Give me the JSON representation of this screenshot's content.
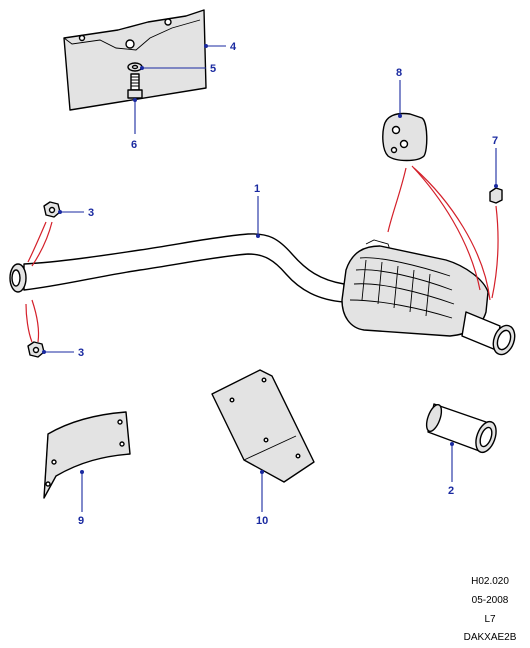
{
  "callouts": {
    "c1": "1",
    "c2": "2",
    "c3a": "3",
    "c3b": "3",
    "c4": "4",
    "c5": "5",
    "c6": "6",
    "c7": "7",
    "c8": "8",
    "c9": "9",
    "c10": "10"
  },
  "footer": {
    "ref": "H02.020",
    "date": "05-2008",
    "model": "L7",
    "code": "DAKXAE2B"
  },
  "colors": {
    "callout": "#1a2aa0",
    "guide_line": "#d4202a"
  }
}
